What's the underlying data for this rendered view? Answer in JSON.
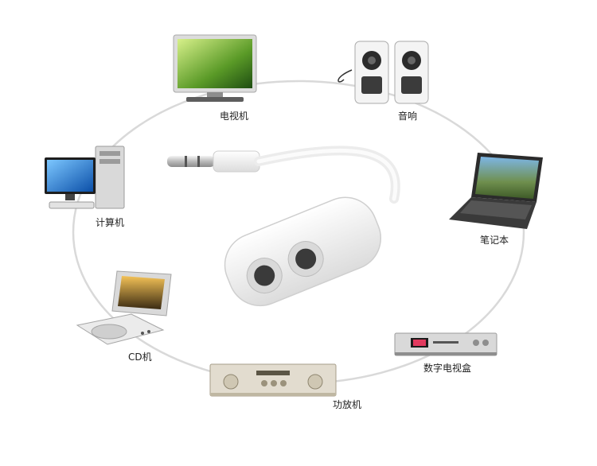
{
  "devices": {
    "tv": {
      "label": "电视机"
    },
    "speakers": {
      "label": "音响"
    },
    "computer": {
      "label": "计算机"
    },
    "laptop": {
      "label": "笔记本"
    },
    "cd": {
      "label": "CD机"
    },
    "settop": {
      "label": "数字电视盒"
    },
    "amp": {
      "label": "功放机"
    }
  },
  "colors": {
    "ring": "#d9d9d9",
    "cable": "#f2f2f2",
    "metal": "#c8c8c8"
  }
}
